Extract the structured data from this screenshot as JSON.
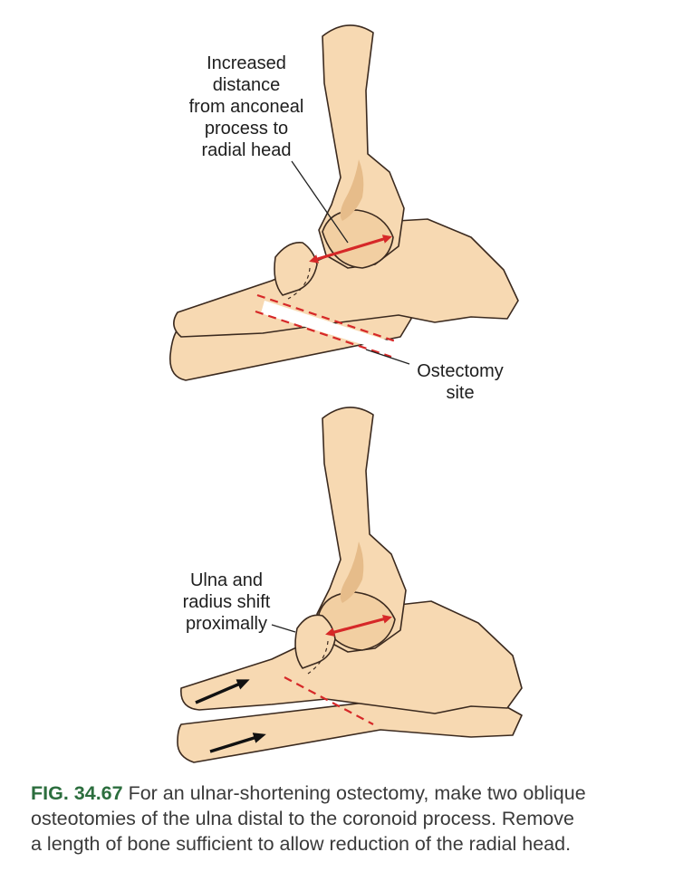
{
  "labels": {
    "top": [
      "Increased",
      "distance",
      "from anconeal",
      "process to",
      "radial head"
    ],
    "ostectomy": [
      "Ostectomy",
      "site"
    ],
    "shift": [
      "Ulna and",
      "radius shift",
      "proximally"
    ]
  },
  "caption": {
    "fig_number": "FIG. 34.67",
    "lines": [
      "For an ulnar-shortening ostectomy, make two oblique",
      "osteotomies of the ulna distal to the coronoid process. Remove",
      "a length of bone sufficient to allow reduction of the radial head."
    ]
  },
  "colors": {
    "bone_fill": "#f7d9b2",
    "bone_shadow": "#e6bc8a",
    "bone_outline": "#3b2a1f",
    "red_arrow": "#d62828",
    "black_arrow": "#111111",
    "caption_figure_number": "#2c6e3e"
  }
}
